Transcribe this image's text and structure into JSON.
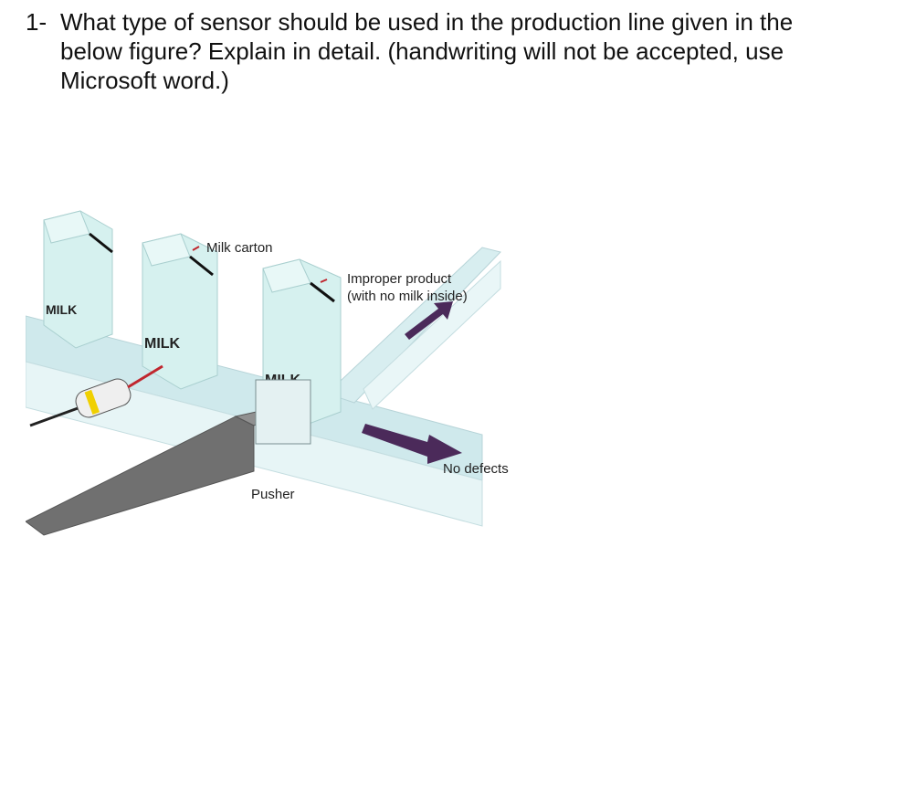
{
  "question": {
    "number": "1-",
    "text": "What type of sensor should be used in the production line given in the below figure? Explain in detail. (handwriting will not be accepted, use Microsoft word.)"
  },
  "figure": {
    "label_milk_carton": "Milk carton",
    "label_improper_line1": "Improper product",
    "label_improper_line2": "(with no milk inside)",
    "label_no_defects": "No defects",
    "label_pusher": "Pusher",
    "carton_text": "MILK",
    "colors": {
      "conveyor": "#cfe9ec",
      "carton": "#d6f1ef",
      "arrow": "#4b2a5a",
      "pusher": "#6f6f6f"
    }
  }
}
